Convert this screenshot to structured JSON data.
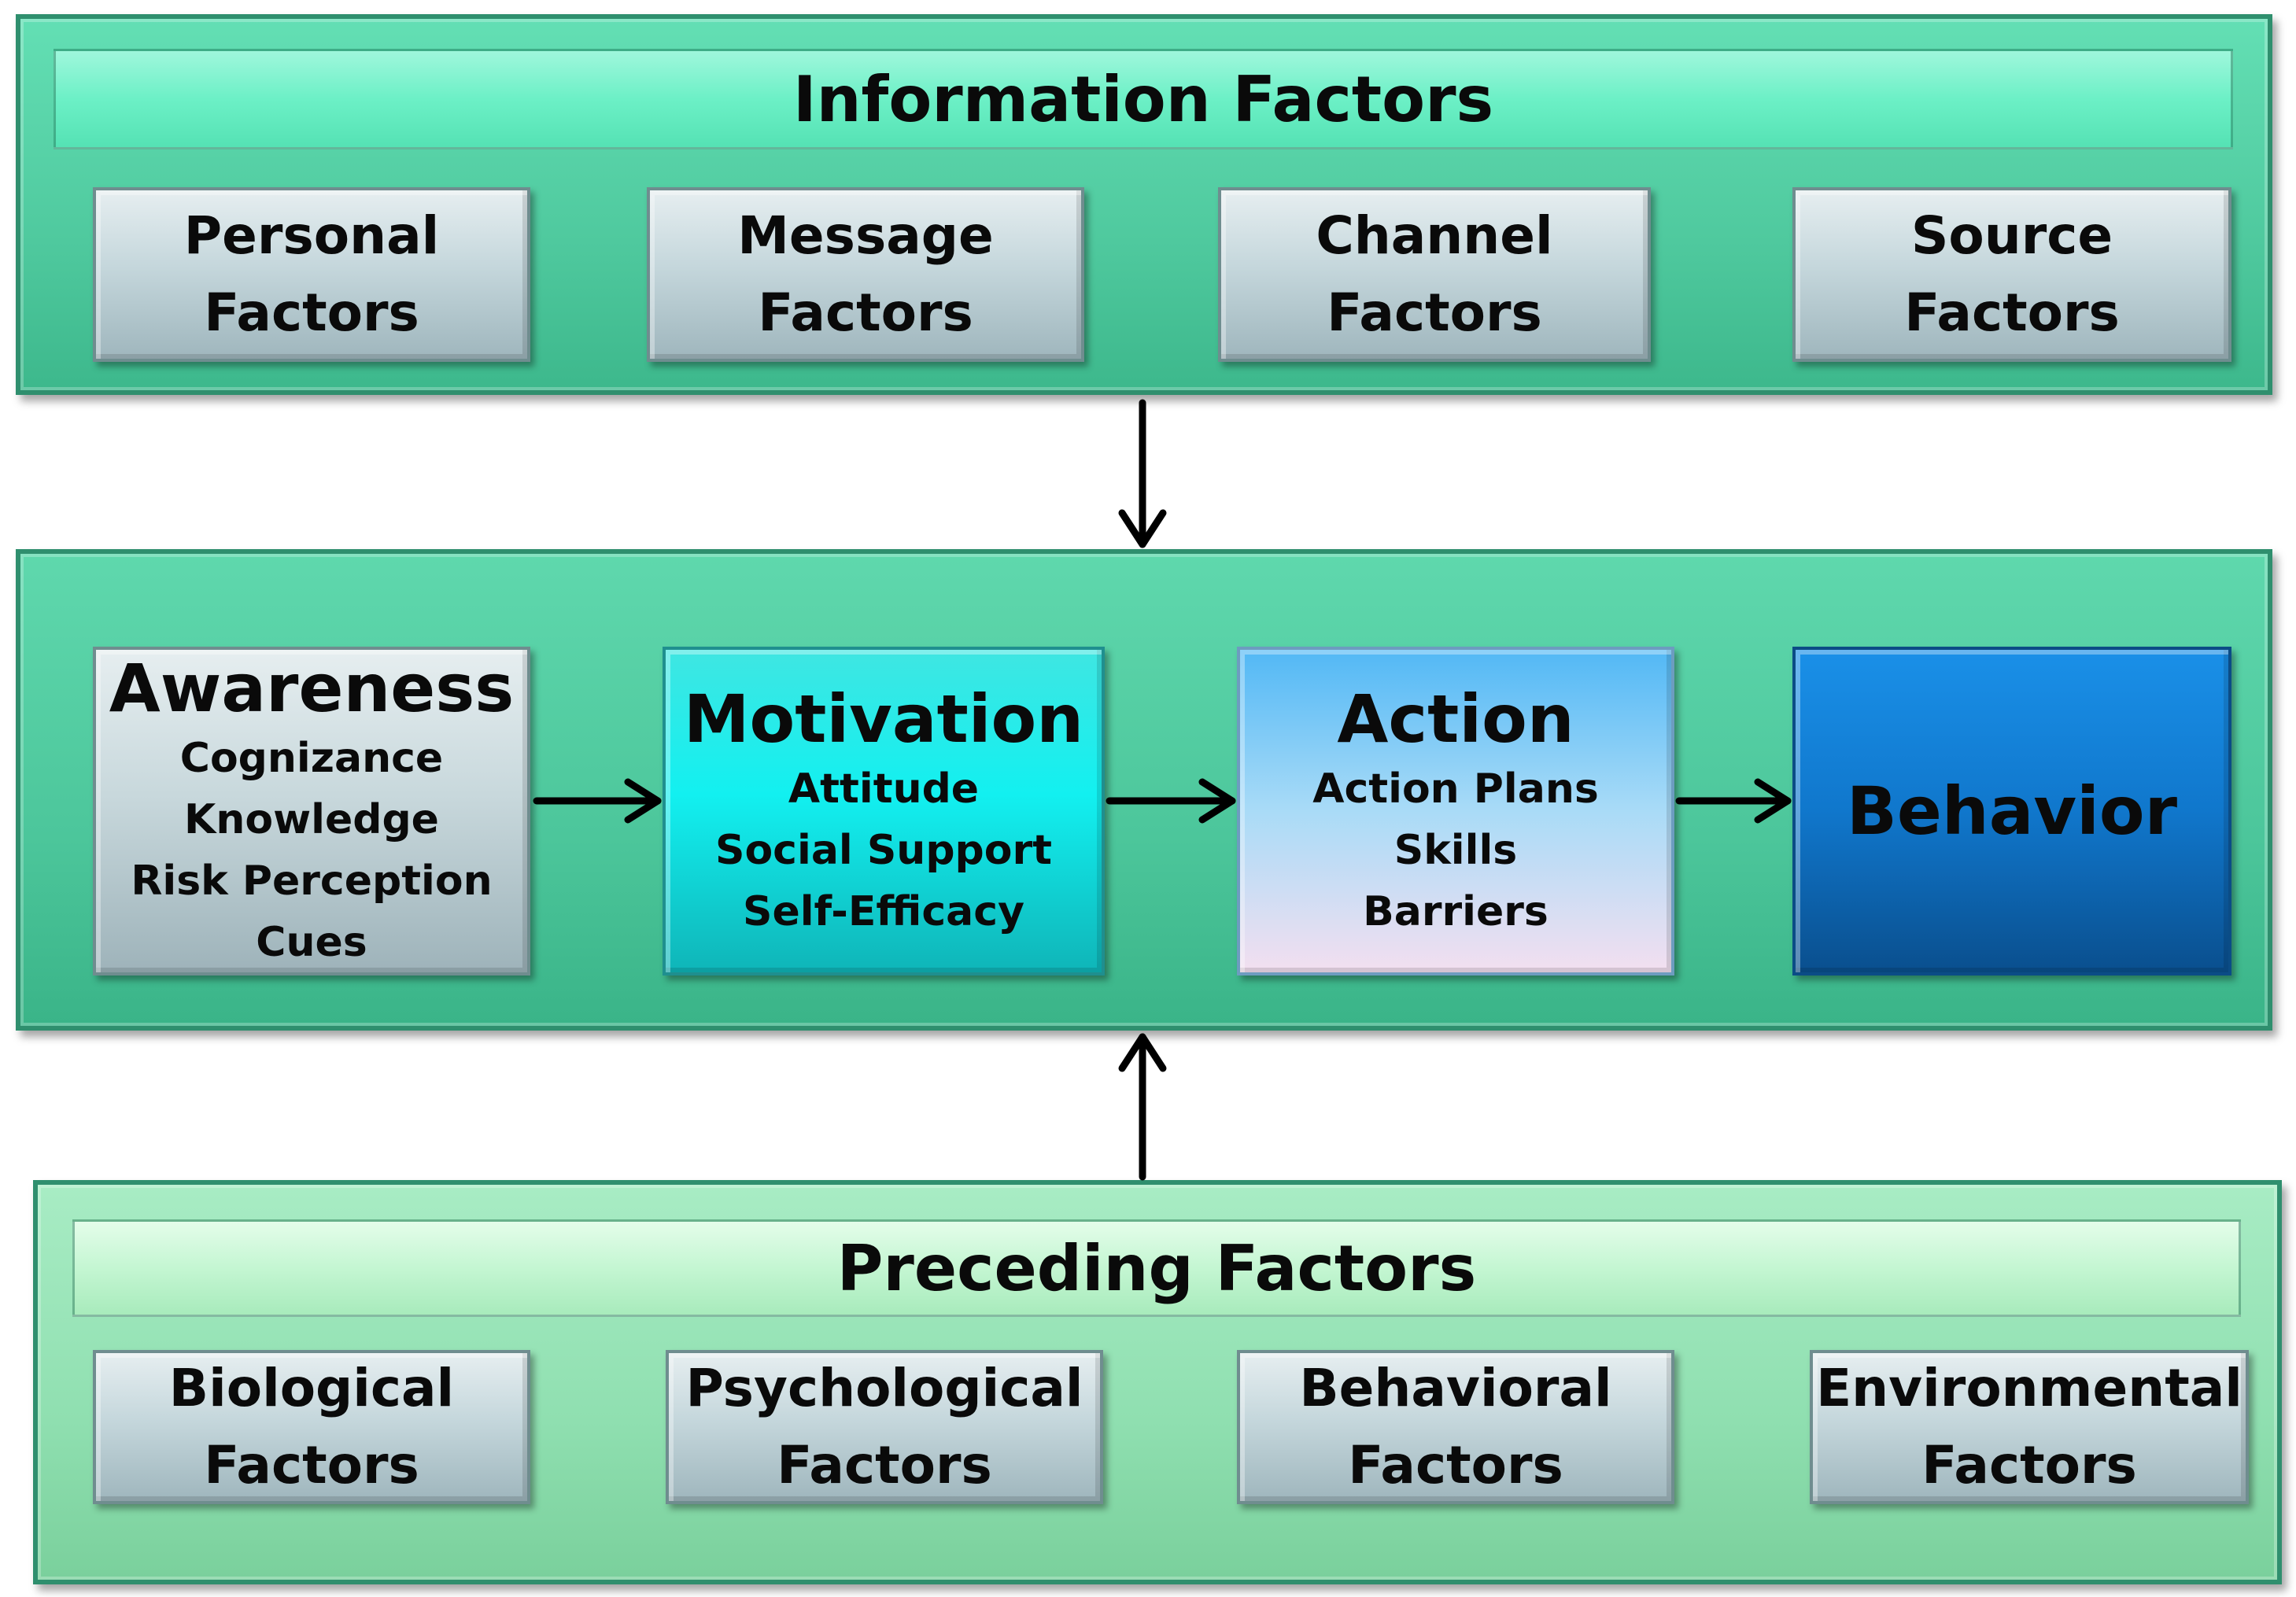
{
  "information": {
    "title": "Information Factors",
    "items": [
      {
        "line1": "Personal",
        "line2": "Factors"
      },
      {
        "line1": "Message",
        "line2": "Factors"
      },
      {
        "line1": "Channel",
        "line2": "Factors"
      },
      {
        "line1": "Source",
        "line2": "Factors"
      }
    ]
  },
  "stages": {
    "awareness": {
      "title": "Awareness",
      "items": [
        "Cognizance",
        "Knowledge",
        "Risk Perception",
        "Cues"
      ]
    },
    "motivation": {
      "title": "Motivation",
      "items": [
        "Attitude",
        "Social Support",
        "Self-Efficacy"
      ]
    },
    "action": {
      "title": "Action",
      "items": [
        "Action Plans",
        "Skills",
        "Barriers"
      ]
    },
    "behavior": {
      "title": "Behavior"
    }
  },
  "preceding": {
    "title": "Preceding Factors",
    "items": [
      {
        "line1": "Biological",
        "line2": "Factors"
      },
      {
        "line1": "Psychological",
        "line2": "Factors"
      },
      {
        "line1": "Behavioral",
        "line2": "Factors"
      },
      {
        "line1": "Environmental",
        "line2": "Factors"
      }
    ]
  },
  "colors": {
    "band_green": "#4fc99e",
    "band_light_green": "#8fdfb0",
    "motivation_cyan": "#12f0f0",
    "behavior_blue": "#1077cc"
  }
}
